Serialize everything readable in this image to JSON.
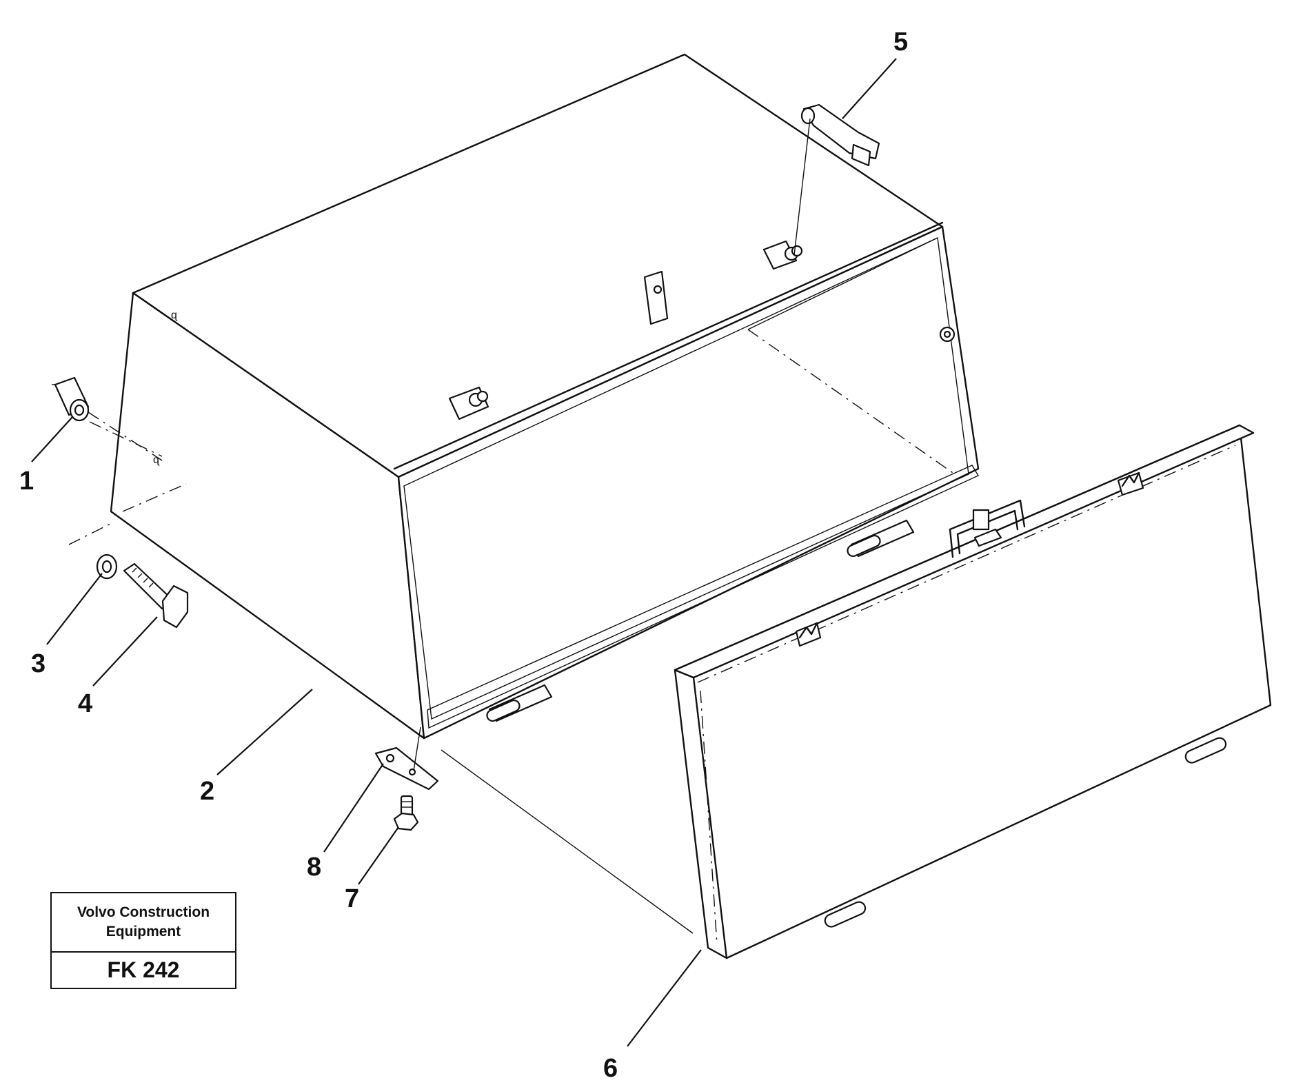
{
  "title_block": {
    "company": "Volvo Construction Equipment",
    "drawing_code": "FK 242"
  },
  "callouts": {
    "c1": "1",
    "c2": "2",
    "c3": "3",
    "c4": "4",
    "c5": "5",
    "c6": "6",
    "c7": "7",
    "c8": "8"
  }
}
